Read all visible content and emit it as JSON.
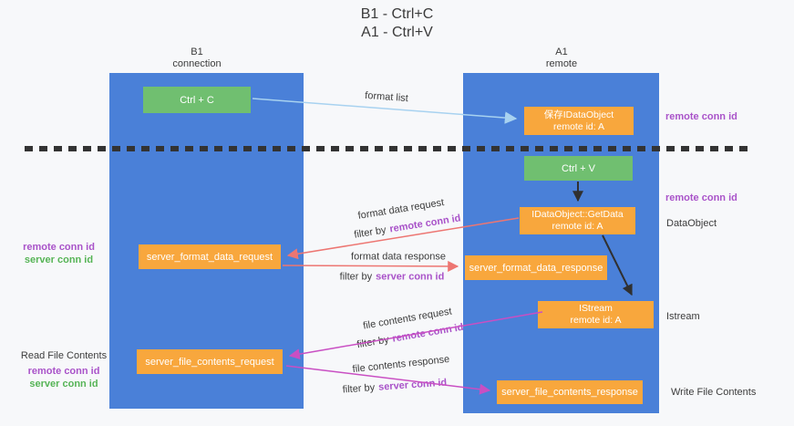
{
  "title": {
    "line1": "B1 - Ctrl+C",
    "line2": "A1 - Ctrl+V"
  },
  "columns": {
    "left": {
      "name": "B1",
      "role": "connection"
    },
    "right": {
      "name": "A1",
      "role": "remote"
    }
  },
  "nodes": {
    "ctrl_c": "Ctrl + C",
    "ctrl_v": "Ctrl + V",
    "save_dataobject": {
      "line1": "保存IDataObject",
      "line2": "remote id: A"
    },
    "getdata": {
      "line1": "IDataObject::GetData",
      "line2": "remote id: A"
    },
    "istream": {
      "line1": "IStream",
      "line2": "remote id: A"
    },
    "format_request": "server_format_data_request",
    "format_response": "server_format_data_response",
    "file_request": "server_file_contents_request",
    "file_response": "server_file_contents_response"
  },
  "labels": {
    "format_list": "format list",
    "format_data_request": "format data request",
    "format_data_response": "format data response",
    "file_contents_request": "file contents request",
    "file_contents_response": "file contents response",
    "filter_by": "filter by",
    "remote_conn_id": "remote conn id",
    "server_conn_id": "server conn id",
    "dataobject": "DataObject",
    "istream": "Istream",
    "read_file_contents": "Read File Contents",
    "write_file_contents": "Write File Contents"
  },
  "colors": {
    "background": "#f7f8fa",
    "lane_blue": "#4a80d8",
    "node_green": "#70bf70",
    "node_orange": "#f8a73d",
    "arrow_salmon": "#ed7672",
    "arrow_magenta": "#c94fc3",
    "arrow_lightblue": "#a8d2f0",
    "arrow_black": "#303030",
    "text_purple": "#a953c9",
    "text_green": "#56b456"
  }
}
